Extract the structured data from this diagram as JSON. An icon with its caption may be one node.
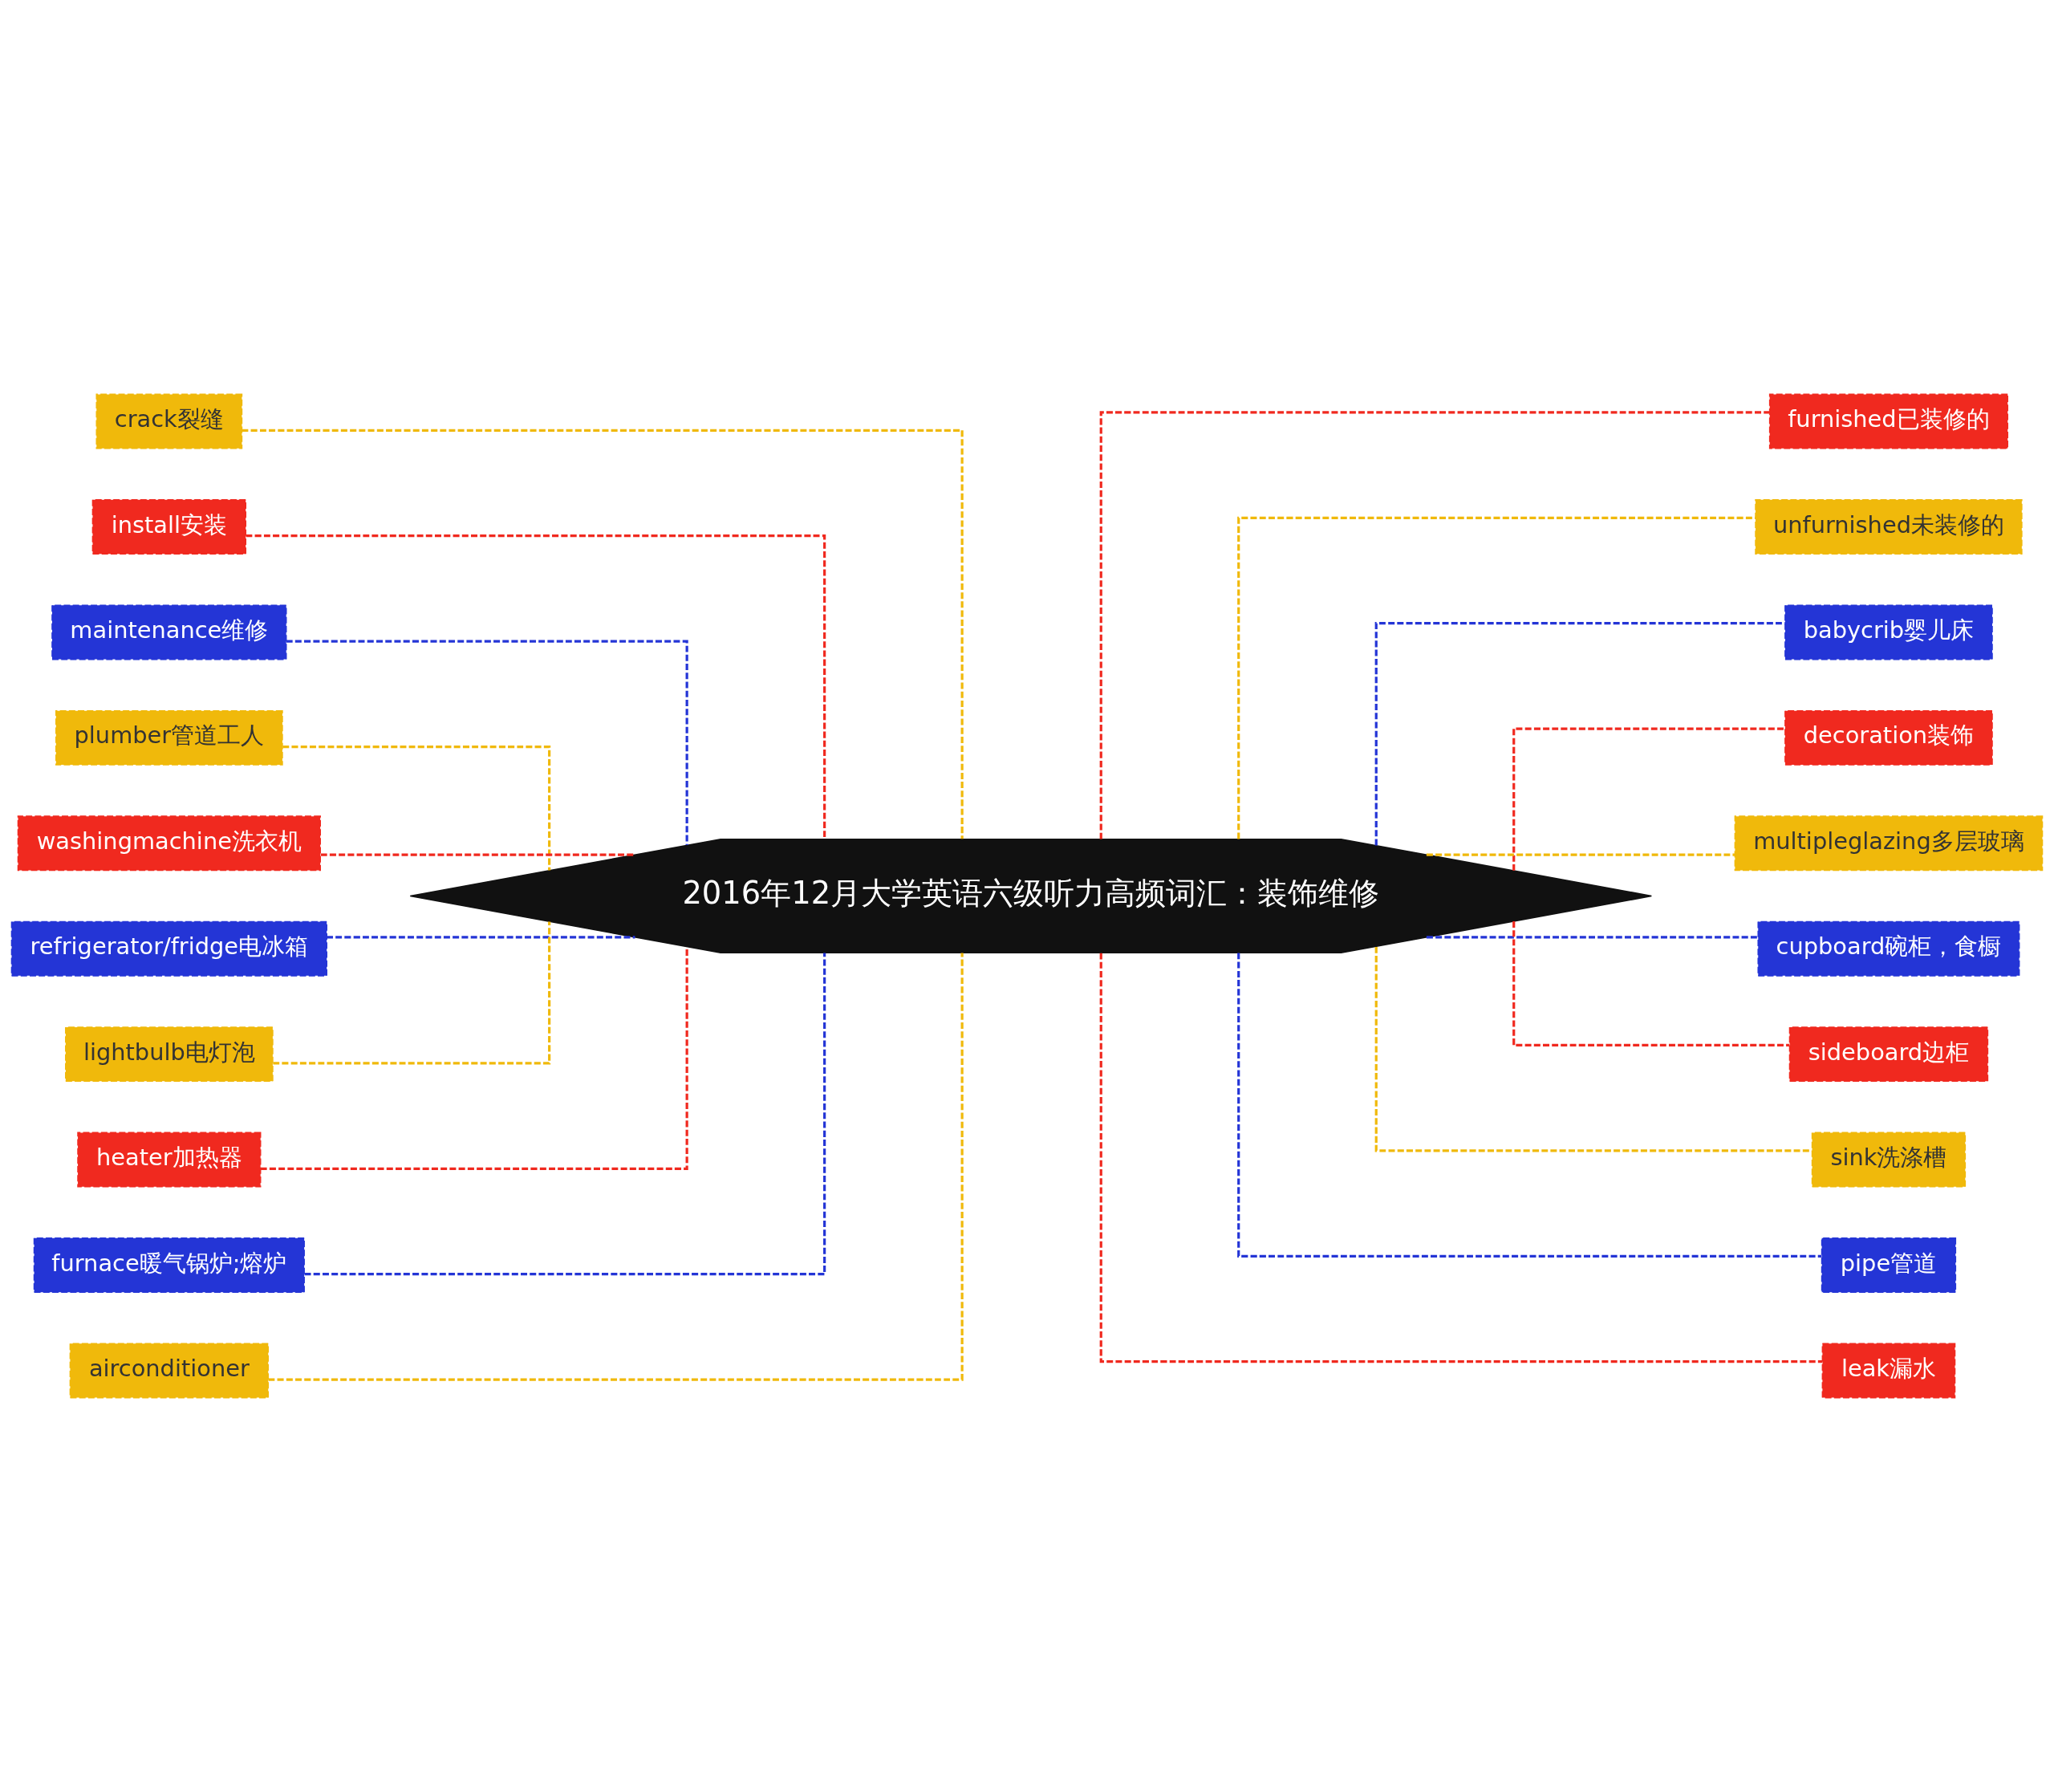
{
  "diagram": {
    "nodes": [
      {
        "text": [
          "2016年12月大学英语六级听力高频词汇：装饰维修"
        ]
      },
      {
        "text": [
          "crack裂缝"
        ]
      },
      {
        "text": [
          "install安装"
        ]
      },
      {
        "text": [
          "maintenance维修"
        ]
      },
      {
        "text": [
          "plumber管道工人"
        ]
      },
      {
        "text": [
          "washingmachine洗衣机"
        ]
      },
      {
        "text": [
          "refrigerator/fridge电冰箱"
        ]
      },
      {
        "text": [
          "lightbulb电灯泡"
        ]
      },
      {
        "text": [
          "heater加热器"
        ]
      },
      {
        "text": [
          "furnace暖气锅炉;熔炉"
        ]
      },
      {
        "text": [
          "airconditioner"
        ]
      },
      {
        "text": [
          "furnished已装修的"
        ]
      },
      {
        "text": [
          "unfurnished未装修的"
        ]
      },
      {
        "text": [
          "babycrib婴儿床"
        ]
      },
      {
        "text": [
          "decoration装饰"
        ]
      },
      {
        "text": [
          "multipleglazing多层玻璃"
        ]
      },
      {
        "text": [
          "cupboard碗柜，食橱"
        ]
      },
      {
        "text": [
          "sideboard边柜"
        ]
      },
      {
        "text": [
          "sink洗涤槽"
        ]
      },
      {
        "text": [
          "pipe管道"
        ]
      },
      {
        "text": [
          "leak漏水"
        ]
      }
    ],
    "edges": [
      {
        "from": 1,
        "to": 0,
        "arrow": "none",
        "style": "dashed",
        "color": "#f0b90b"
      },
      {
        "from": 2,
        "to": 0,
        "arrow": "none",
        "style": "dashed",
        "color": "#f0291f"
      },
      {
        "from": 3,
        "to": 0,
        "arrow": "none",
        "style": "dashed",
        "color": "#2435d6"
      },
      {
        "from": 4,
        "to": 0,
        "arrow": "none",
        "style": "dashed",
        "color": "#f0b90b"
      },
      {
        "from": 5,
        "to": 0,
        "arrow": "none",
        "style": "dashed",
        "color": "#f0291f"
      },
      {
        "from": 6,
        "to": 0,
        "arrow": "none",
        "style": "dashed",
        "color": "#2435d6"
      },
      {
        "from": 7,
        "to": 0,
        "arrow": "none",
        "style": "dashed",
        "color": "#f0b90b"
      },
      {
        "from": 8,
        "to": 0,
        "arrow": "none",
        "style": "dashed",
        "color": "#f0291f"
      },
      {
        "from": 9,
        "to": 0,
        "arrow": "none",
        "style": "dashed",
        "color": "#2435d6"
      },
      {
        "from": 10,
        "to": 0,
        "arrow": "none",
        "style": "dashed",
        "color": "#f0b90b"
      },
      {
        "from": 0,
        "to": 11,
        "arrow": "none",
        "style": "dashed",
        "color": "#f0291f"
      },
      {
        "from": 0,
        "to": 12,
        "arrow": "none",
        "style": "dashed",
        "color": "#f0b90b"
      },
      {
        "from": 0,
        "to": 13,
        "arrow": "none",
        "style": "dashed",
        "color": "#2435d6"
      },
      {
        "from": 0,
        "to": 14,
        "arrow": "none",
        "style": "dashed",
        "color": "#f0291f"
      },
      {
        "from": 0,
        "to": 15,
        "arrow": "none",
        "style": "dashed",
        "color": "#f0b90b"
      },
      {
        "from": 0,
        "to": 16,
        "arrow": "none",
        "style": "dashed",
        "color": "#2435d6"
      },
      {
        "from": 0,
        "to": 17,
        "arrow": "none",
        "style": "dashed",
        "color": "#f0291f"
      },
      {
        "from": 0,
        "to": 18,
        "arrow": "none",
        "style": "dashed",
        "color": "#f0b90b"
      },
      {
        "from": 0,
        "to": 19,
        "arrow": "none",
        "style": "dashed",
        "color": "#2435d6"
      },
      {
        "from": 0,
        "to": 20,
        "arrow": "none",
        "style": "dashed",
        "color": "#f0291f"
      }
    ]
  }
}
